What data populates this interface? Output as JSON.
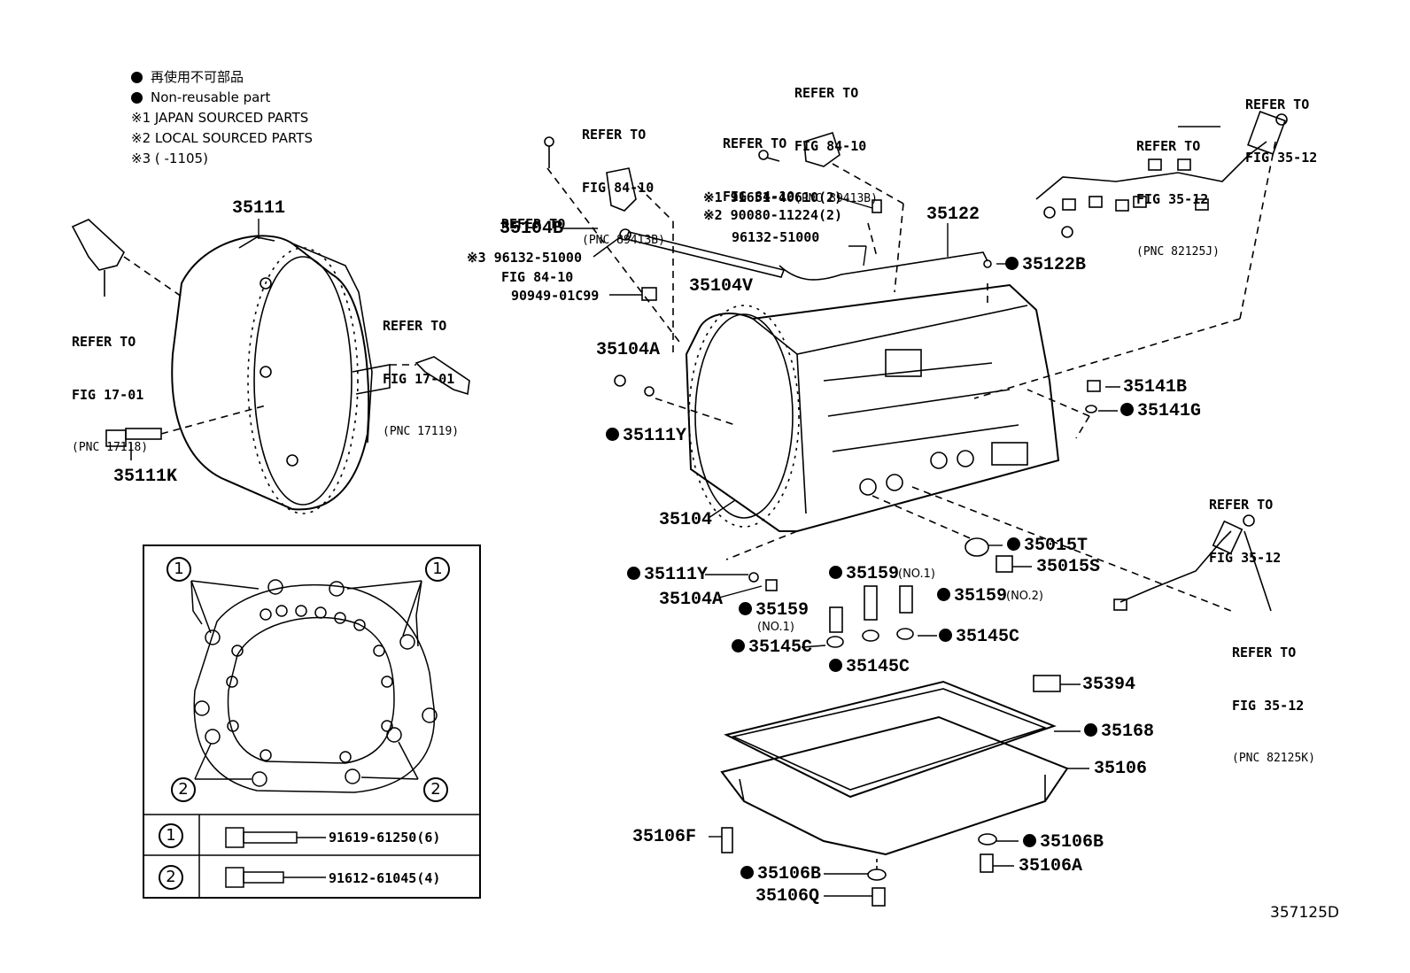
{
  "legend": {
    "nonreusable_jp": "再使用不可部品",
    "nonreusable_en": "Non-reusable part",
    "note1": "※1  JAPAN SOURCED PARTS",
    "note2": "※2  LOCAL SOURCED PARTS",
    "note3": "※3 (      -1105)"
  },
  "refs": {
    "r17_01_a": {
      "l1": "REFER TO",
      "l2": "FIG 17-01",
      "pnc": "(PNC 17118)"
    },
    "r17_01_b": {
      "l1": "REFER TO",
      "l2": "FIG 17-01",
      "pnc": "(PNC 17119)"
    },
    "r84_10_a": {
      "l1": "REFER TO",
      "l2": "FIG 84-10",
      "pnc": "(PNC 89413B)"
    },
    "r84_10_b": {
      "l1": "REFER TO",
      "l2": "FIG 84-10"
    },
    "r84_10_c": {
      "l1": "REFER TO",
      "l2": "FIG 84-10"
    },
    "r84_10_d": {
      "l1": "REFER TO",
      "l2": "FIG 84-10",
      "pnc": "(PNC 89413B)"
    },
    "r35_12_a": {
      "l1": "REFER TO",
      "l2": "FIG 35-12",
      "pnc": "(PNC 82125J)"
    },
    "r35_12_b": {
      "l1": "REFER TO",
      "l2": "FIG 35-12"
    },
    "r35_12_c": {
      "l1": "REFER TO",
      "l2": "FIG 35-12"
    },
    "r35_12_d": {
      "l1": "REFER TO",
      "l2": "FIG 35-12",
      "pnc": "(PNC 82125K)"
    }
  },
  "parts": {
    "p35111": "35111",
    "p35111K": "35111K",
    "p35104B": "35104B",
    "p96132_star3": "※3 96132-51000",
    "p90949": "90949-01C99",
    "p35104V": "35104V",
    "p91651": "※1 91651-40610(2)",
    "p90080": "※2 90080-11224(2)",
    "p96132": "96132-51000",
    "p35122": "35122",
    "p35122B": "35122B",
    "p35104A_top": "35104A",
    "p35111Y_top": "35111Y",
    "p35141B": "35141B",
    "p35141G": "35141G",
    "p35104": "35104",
    "p35015T": "35015T",
    "p35015S": "35015S",
    "p35111Y_low": "35111Y",
    "p35104A_low": "35104A",
    "p35159_no1_a": "35159",
    "p35159_no1_a_sub": "(NO.1)",
    "p35159_no1_b": "35159",
    "p35159_no1_b_sub": "(NO.1)",
    "p35159_no2": "35159",
    "p35159_no2_sub": "(NO.2)",
    "p35145C_a": "35145C",
    "p35145C_b": "35145C",
    "p35145C_c": "35145C",
    "p35394": "35394",
    "p35168": "35168",
    "p35106": "35106",
    "p35106F": "35106F",
    "p35106B_a": "35106B",
    "p35106B_b": "35106B",
    "p35106A": "35106A",
    "p35106Q": "35106Q"
  },
  "bolt_table": {
    "c1": "1",
    "c2": "2",
    "bolt1": "91619-61250(6)",
    "bolt2": "91612-61045(4)"
  },
  "figure_number": "357125D"
}
